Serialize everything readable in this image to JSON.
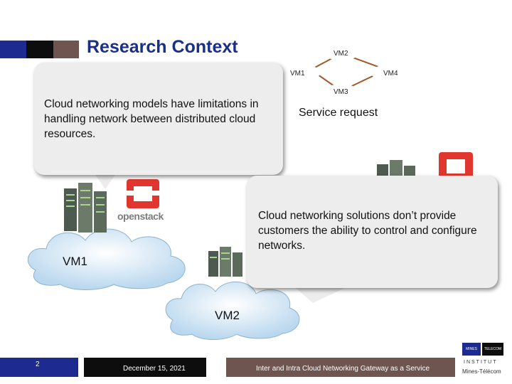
{
  "header": {
    "title": "Research Context"
  },
  "topology": {
    "vm1": "VM1",
    "vm2": "VM2",
    "vm3": "VM3",
    "vm4": "VM4"
  },
  "service_request": "Service request",
  "callout_left": {
    "text": "Cloud networking models have limitations in handling network between distributed cloud resources."
  },
  "callout_right": {
    "text": "Cloud networking solutions don’t provide customers the ability to control and configure networks."
  },
  "clouds": {
    "left_label": "VM1",
    "bottom_label": "VM2"
  },
  "openstack_logo": "openstack",
  "footer": {
    "page_number": "2",
    "date": "December 15, 2021",
    "presentation_title": "Inter and Intra Cloud Networking Gateway as a Service"
  },
  "institution_logo": {
    "line1": "MINES",
    "line2": "TELECOM",
    "line3": "INSTITUT",
    "line4": "Mines-Télécom"
  },
  "colors": {
    "title_blue": "#1b2f8a",
    "header_blue": "#1d2a8f",
    "header_black": "#0d0d0d",
    "header_brown": "#6e5550",
    "topology_line": "#a05a28"
  }
}
